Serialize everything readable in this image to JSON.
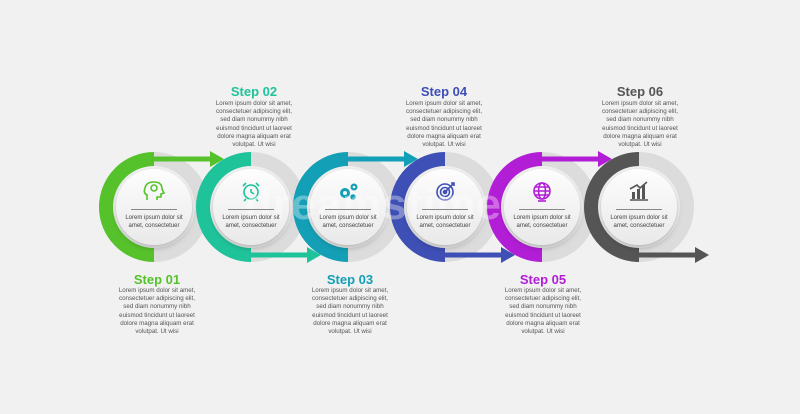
{
  "steps": [
    {
      "title": "Step 01",
      "color": "#56c22b",
      "desc": "Lorem ipsum dolor sit amet, consectetuer adipiscing elit, sed diam nonummy nibh euismod tincidunt ut laoreet dolore magna aliquam erat volutpat. Ut wisi",
      "circle_text": "Lorem ipsum dolor sit amet, consectetuer",
      "icon": "head-brain-icon"
    },
    {
      "title": "Step 02",
      "color": "#1fc39a",
      "desc": "Lorem ipsum dolor sit amet, consectetuer adipiscing elit, sed diam nonummy nibh euismod tincidunt ut laoreet dolore magna aliquam erat volutpat. Ut wisi",
      "circle_text": "Lorem ipsum dolor sit amet, consectetuer",
      "icon": "alarm-clock-icon"
    },
    {
      "title": "Step 03",
      "color": "#139fb5",
      "desc": "Lorem ipsum dolor sit amet, consectetuer adipiscing elit, sed diam nonummy nibh euismod tincidunt ut laoreet dolore magna aliquam erat volutpat. Ut wisi",
      "circle_text": "Lorem ipsum dolor sit amet, consectetuer",
      "icon": "gears-icon"
    },
    {
      "title": "Step 04",
      "color": "#3e4fb5",
      "desc": "Lorem ipsum dolor sit amet, consectetuer adipiscing elit, sed diam nonummy nibh euismod tincidunt ut laoreet dolore magna aliquam erat volutpat. Ut wisi",
      "circle_text": "Lorem ipsum dolor sit amet, consectetuer",
      "icon": "target-icon"
    },
    {
      "title": "Step 05",
      "color": "#b21dd6",
      "desc": "Lorem ipsum dolor sit amet, consectetuer adipiscing elit, sed diam nonummy nibh euismod tincidunt ut laoreet dolore magna aliquam erat volutpat. Ut wisi",
      "circle_text": "Lorem ipsum dolor sit amet, consectetuer",
      "icon": "globe-icon"
    },
    {
      "title": "Step 06",
      "color": "#555555",
      "desc": "Lorem ipsum dolor sit amet, consectetuer adipiscing elit, sed diam nonummy nibh euismod tincidunt ut laoreet dolore magna aliquam erat volutpat. Ut wisi",
      "circle_text": "Lorem ipsum dolor sit amet, consectetuer",
      "icon": "bar-chart-icon"
    }
  ],
  "watermark": "dreamstime"
}
